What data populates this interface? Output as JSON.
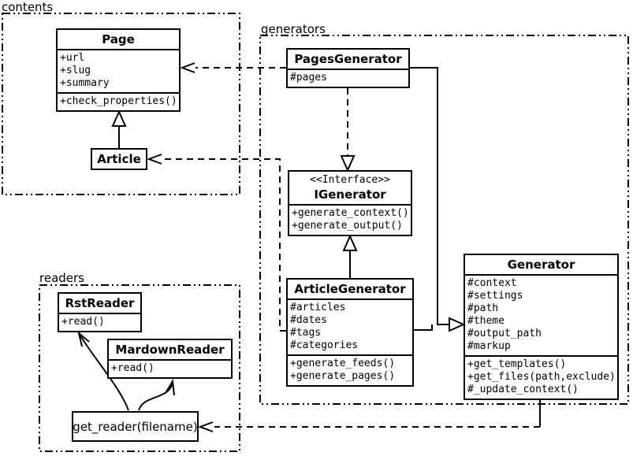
{
  "diagram": {
    "packages": {
      "contents": {
        "label": "contents"
      },
      "generators": {
        "label": "generators"
      },
      "readers": {
        "label": "readers"
      }
    },
    "classes": {
      "page": {
        "title": "Page",
        "attributes": [
          "+url",
          "+slug",
          "+summary"
        ],
        "methods": [
          "+check_properties()"
        ]
      },
      "article": {
        "title": "Article"
      },
      "pages_generator": {
        "title": "PagesGenerator",
        "attributes": [
          "#pages"
        ]
      },
      "igenerator": {
        "stereotype": "<<Interface>>",
        "title": "IGenerator",
        "methods": [
          "+generate_context()",
          "+generate_output()"
        ]
      },
      "article_generator": {
        "title": "ArticleGenerator",
        "attributes": [
          "#articles",
          "#dates",
          "#tags",
          "#categories"
        ],
        "methods": [
          "+generate_feeds()",
          "+generate_pages()"
        ]
      },
      "generator": {
        "title": "Generator",
        "attributes": [
          "#context",
          "#settings",
          "#path",
          "#theme",
          "#output_path",
          "#markup"
        ],
        "methods": [
          "+get_templates()",
          "+get_files(path,exclude)",
          "#_update_context()"
        ]
      },
      "rst_reader": {
        "title": "RstReader",
        "methods": [
          "+read()"
        ]
      },
      "mardown_reader": {
        "title": "MardownReader",
        "methods": [
          "+read()"
        ]
      },
      "get_reader": {
        "label": "get_reader(filename)"
      }
    },
    "relationships": [
      {
        "from": "PagesGenerator",
        "to": "Page",
        "type": "dependency-dashed-open-arrow"
      },
      {
        "from": "ArticleGenerator",
        "to": "Article",
        "type": "dependency-dashed-open-arrow"
      },
      {
        "from": "PagesGenerator",
        "to": "IGenerator",
        "type": "realization-dashed-hollow-triangle"
      },
      {
        "from": "ArticleGenerator",
        "to": "IGenerator",
        "type": "generalization-solid-hollow-triangle"
      },
      {
        "from": "Article",
        "to": "Page",
        "type": "generalization-solid-hollow-triangle"
      },
      {
        "from": "PagesGenerator",
        "to": "Generator",
        "type": "generalization-solid-hollow-triangle"
      },
      {
        "from": "ArticleGenerator",
        "to": "Generator",
        "type": "generalization-solid-hollow-triangle"
      },
      {
        "from": "Generator",
        "to": "get_reader(filename)",
        "type": "dependency-dashed-open-arrow"
      },
      {
        "from": "get_reader(filename)",
        "to": "RstReader",
        "type": "curved-open-arrow"
      },
      {
        "from": "get_reader(filename)",
        "to": "MardownReader",
        "type": "curved-open-arrow"
      }
    ],
    "colors": {
      "line": "#000000",
      "background": "#ffffff"
    }
  }
}
